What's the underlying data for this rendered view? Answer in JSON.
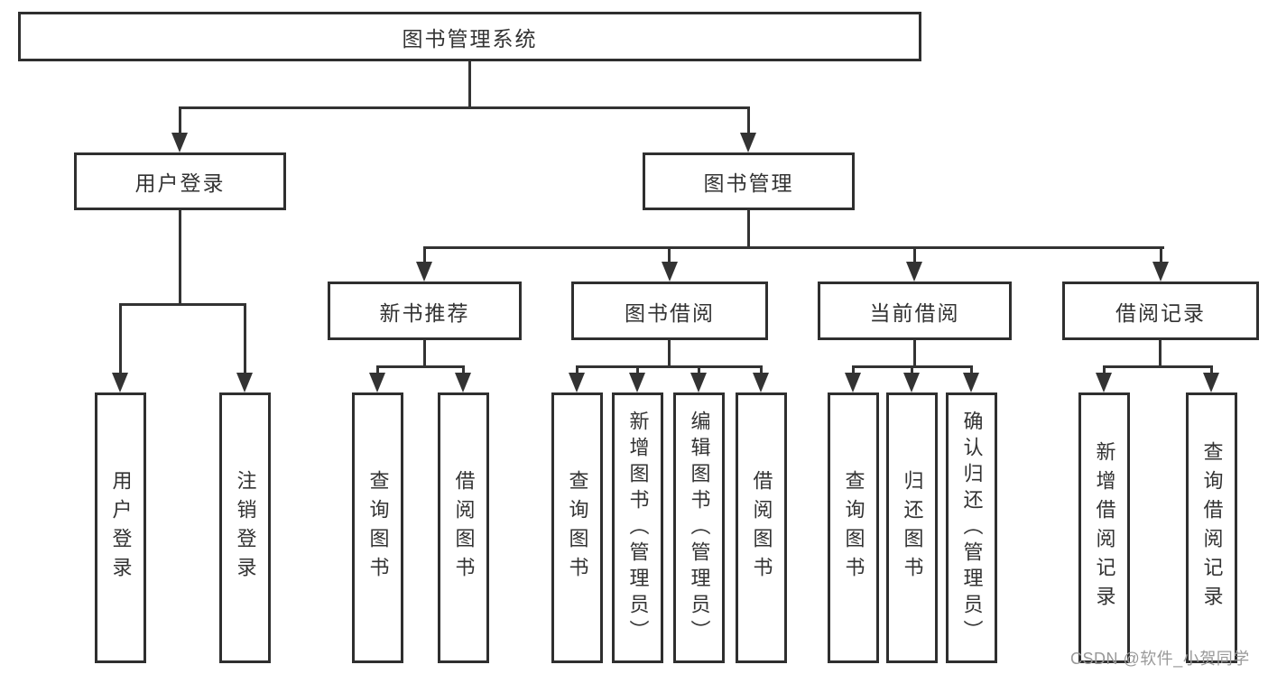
{
  "tree": {
    "root": {
      "label": "图书管理系统"
    },
    "branches": [
      {
        "label": "用户登录",
        "children": [
          {
            "label": "用户登录"
          },
          {
            "label": "注销登录"
          }
        ]
      },
      {
        "label": "图书管理",
        "children": [
          {
            "label": "新书推荐",
            "children": [
              {
                "label": "查询图书"
              },
              {
                "label": "借阅图书"
              }
            ]
          },
          {
            "label": "图书借阅",
            "children": [
              {
                "label": "查询图书"
              },
              {
                "label": "新增图书（管理员）"
              },
              {
                "label": "编辑图书（管理员）"
              },
              {
                "label": "借阅图书"
              }
            ]
          },
          {
            "label": "当前借阅",
            "children": [
              {
                "label": "查询图书"
              },
              {
                "label": "归还图书"
              },
              {
                "label": "确认归还（管理员）"
              }
            ]
          },
          {
            "label": "借阅记录",
            "children": [
              {
                "label": "新增借阅记录"
              },
              {
                "label": "查询借阅记录"
              }
            ]
          }
        ]
      }
    ]
  },
  "watermark": {
    "text": "CSDN @软件_小贺同学"
  },
  "colors": {
    "line": "#333333",
    "box_border": "#2f2f2f",
    "text": "#333333",
    "watermark": "#999999",
    "background": "#ffffff"
  }
}
